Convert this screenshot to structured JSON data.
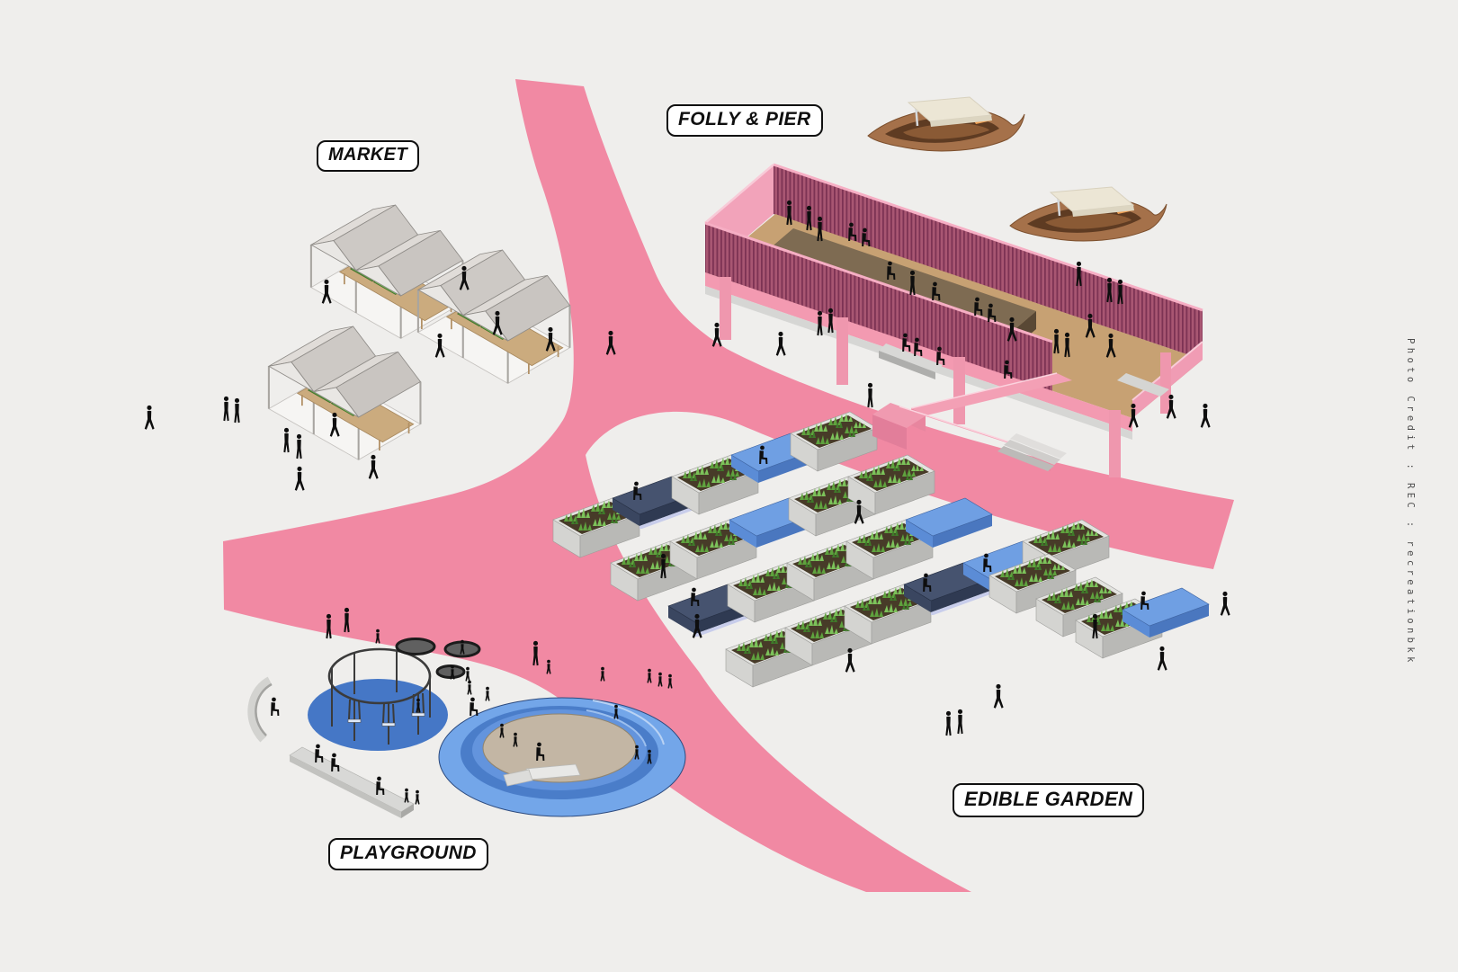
{
  "scene": {
    "type": "isometric site plan illustration",
    "zones": [
      "market",
      "folly-pier",
      "edible-garden",
      "playground"
    ]
  },
  "labels": {
    "market": "MARKET",
    "folly_pier": "FOLLY & PIER",
    "edible_garden": "EDIBLE GARDEN",
    "playground": "PLAYGROUND"
  },
  "credit": "Photo Credit : REC : recreationbkk",
  "colors": {
    "background": "#efeeec",
    "path_pink": "#f189a3",
    "railing_mauve": "#a85672",
    "railing_stripe": "#7d3354",
    "pier_pink": "#f39ab1",
    "deck_tan": "#c7a173",
    "platform_brown": "#7e6b52",
    "planter_grey": "#c9c9c6",
    "plant_green": "#5fa23e",
    "bench_blue": "#6f9fe3",
    "bench_navy": "#46536f",
    "play_blue": "#4577c6",
    "pit_blue": "#73a6e9",
    "sand": "#c3b6a4",
    "boat_brown": "#a5714a",
    "canopy_cream": "#ece6d5",
    "tent_grey": "#d9d5d1",
    "silhouette": "#0e0e0e",
    "label_bg": "#ffffff",
    "label_border": "#101010"
  }
}
